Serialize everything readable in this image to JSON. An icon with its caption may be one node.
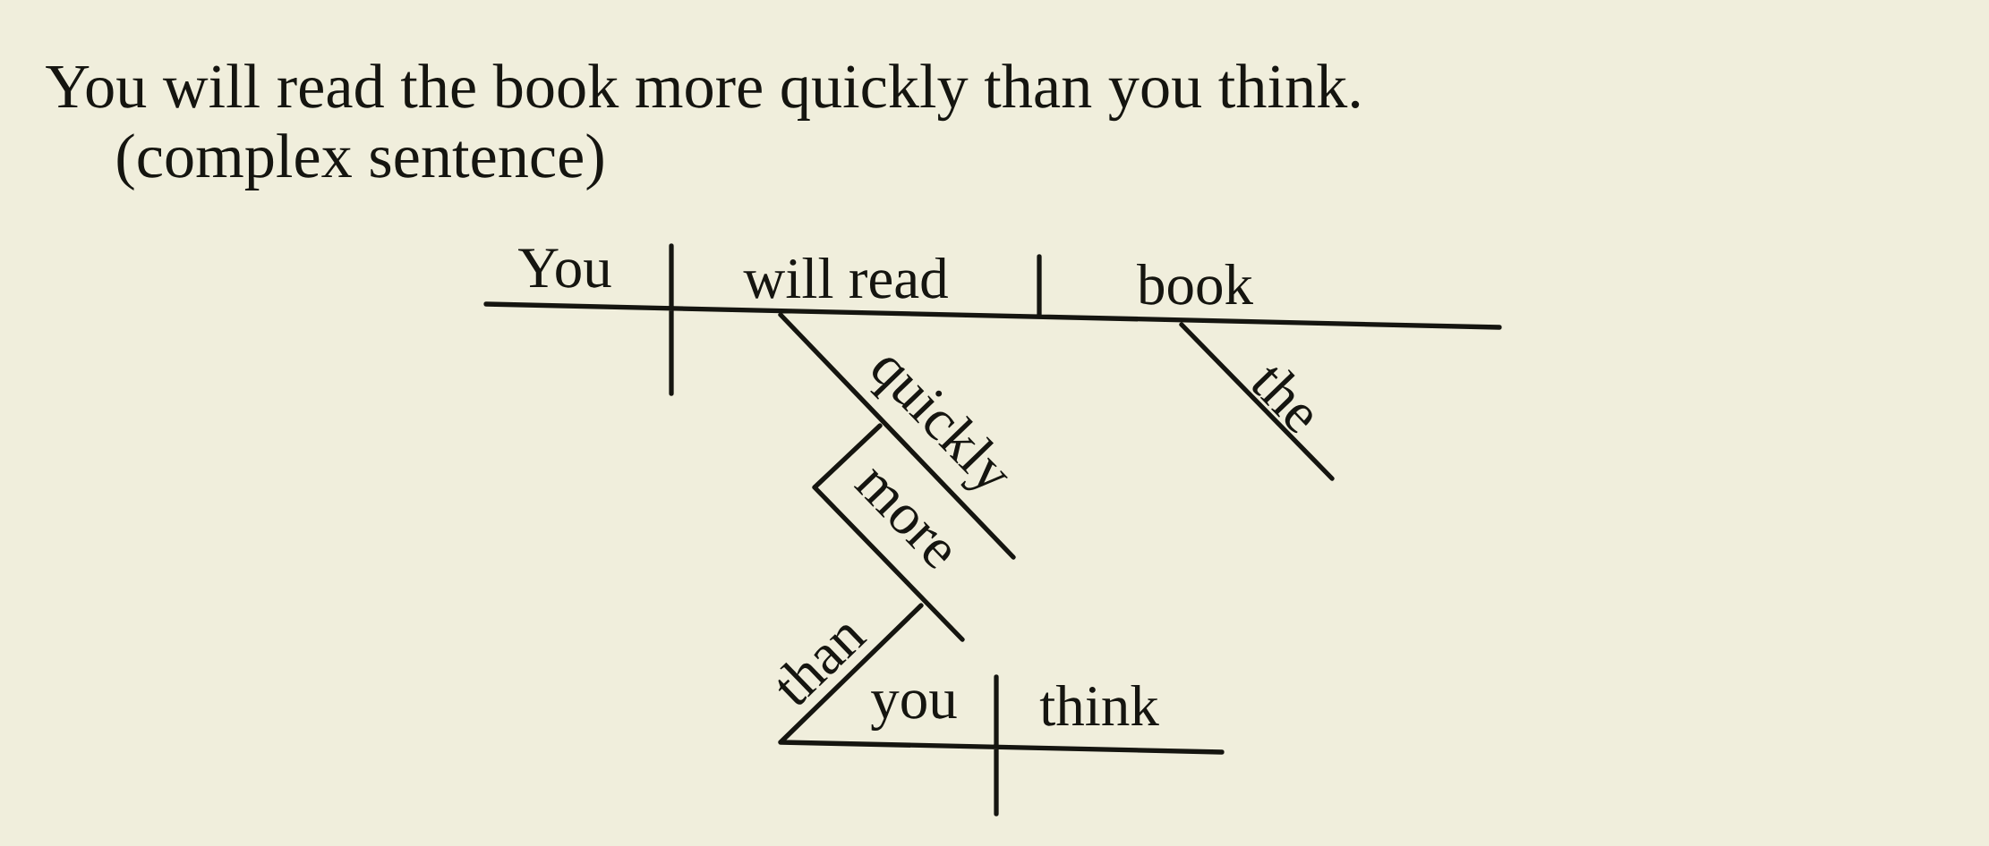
{
  "diagram": {
    "title": "You will read the book more quickly than you think.",
    "labels": [
      "(complex sentence)",
      "You",
      "will read",
      "book",
      "quickly",
      "the",
      "more",
      "than",
      "you",
      "think"
    ]
  }
}
